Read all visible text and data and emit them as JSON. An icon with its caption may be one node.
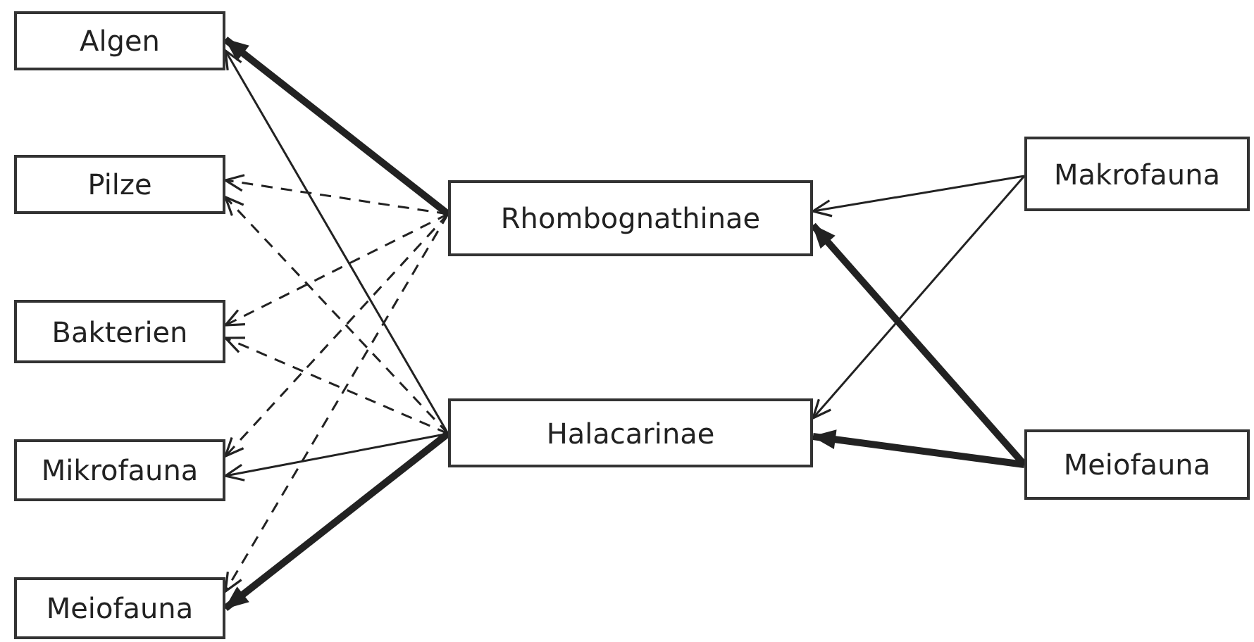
{
  "diagram": {
    "nodes": [
      {
        "text": [
          "Algen"
        ]
      },
      {
        "text": [
          "Pilze"
        ]
      },
      {
        "text": [
          "Bakterien"
        ]
      },
      {
        "text": [
          "Mikrofauna"
        ]
      },
      {
        "text": [
          "Meiofauna"
        ]
      },
      {
        "text": [
          "Rhombognathinae"
        ]
      },
      {
        "text": [
          "Halacarinae"
        ]
      },
      {
        "text": [
          "Makrofauna"
        ]
      },
      {
        "text": [
          "Meiofauna"
        ]
      }
    ],
    "edges": [
      {
        "from": 5,
        "to": 0,
        "arrow": "to",
        "style": "thick"
      },
      {
        "from": 5,
        "to": 1,
        "arrow": "to",
        "style": "dashed"
      },
      {
        "from": 5,
        "to": 2,
        "arrow": "to",
        "style": "dashed"
      },
      {
        "from": 5,
        "to": 3,
        "arrow": "to",
        "style": "dashed"
      },
      {
        "from": 5,
        "to": 4,
        "arrow": "to",
        "style": "dashed"
      },
      {
        "from": 6,
        "to": 0,
        "arrow": "to"
      },
      {
        "from": 6,
        "to": 1,
        "arrow": "to",
        "style": "dashed"
      },
      {
        "from": 6,
        "to": 2,
        "arrow": "to",
        "style": "dashed"
      },
      {
        "from": 6,
        "to": 3,
        "arrow": "to"
      },
      {
        "from": 6,
        "to": 4,
        "arrow": "to",
        "style": "thick"
      },
      {
        "from": 7,
        "to": 5,
        "arrow": "to"
      },
      {
        "from": 7,
        "to": 6,
        "arrow": "to"
      },
      {
        "from": 8,
        "to": 5,
        "arrow": "to",
        "style": "thick"
      },
      {
        "from": 8,
        "to": 6,
        "arrow": "to",
        "style": "thick"
      }
    ]
  }
}
